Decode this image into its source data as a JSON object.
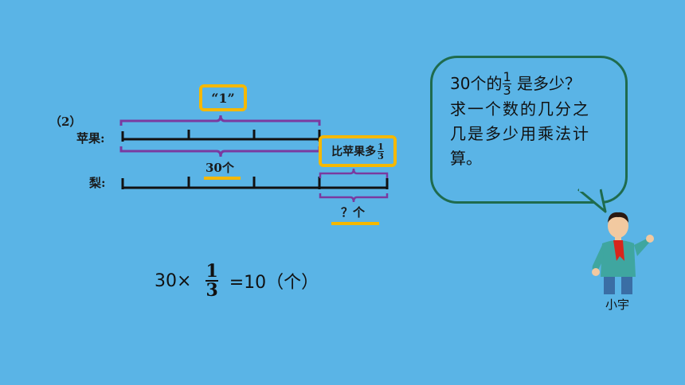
{
  "problem": {
    "number": "（2）"
  },
  "diagram": {
    "unit_label": "“1”",
    "row1_label": "苹果:",
    "row2_label": "梨:",
    "amount_label": "30个",
    "compare_prefix": "比苹果多",
    "compare_num": "1",
    "compare_den": "3",
    "question_label": "？个"
  },
  "bubble": {
    "line1_prefix": "30个的",
    "line1_num": "1",
    "line1_den": "3",
    "line1_suffix": " 是多少？",
    "line2": "求一个数的几分之",
    "line3": "几是多少用乘法计",
    "line4": "算。"
  },
  "equation": {
    "left": "30×",
    "num": "1",
    "den": "3",
    "right": "=10（个）"
  },
  "character": {
    "name": "小宇"
  },
  "colors": {
    "background": "#5ab4e6",
    "highlight_box": "#f5b800",
    "brace": "#7a3aa0",
    "bubble_border": "#1f6b4e",
    "line": "#111111"
  }
}
